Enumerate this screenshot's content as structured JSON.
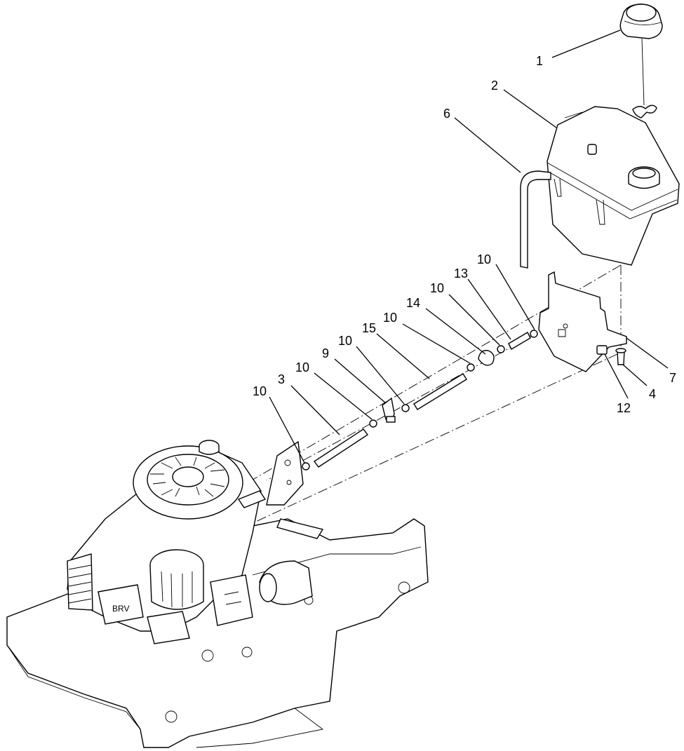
{
  "diagram": {
    "type": "exploded parts diagram",
    "callouts": [
      {
        "id": "c1",
        "label": "1"
      },
      {
        "id": "c2",
        "label": "2"
      },
      {
        "id": "c6",
        "label": "6"
      },
      {
        "id": "c10a",
        "label": "10"
      },
      {
        "id": "c13",
        "label": "13"
      },
      {
        "id": "c10b",
        "label": "10"
      },
      {
        "id": "c14",
        "label": "14"
      },
      {
        "id": "c10c",
        "label": "10"
      },
      {
        "id": "c15",
        "label": "15"
      },
      {
        "id": "c10d",
        "label": "10"
      },
      {
        "id": "c9",
        "label": "9"
      },
      {
        "id": "c10e",
        "label": "10"
      },
      {
        "id": "c3",
        "label": "3"
      },
      {
        "id": "c10f",
        "label": "10"
      },
      {
        "id": "c7",
        "label": "7"
      },
      {
        "id": "c4",
        "label": "4"
      },
      {
        "id": "c12",
        "label": "12"
      }
    ],
    "engine_badge": "BRV"
  }
}
